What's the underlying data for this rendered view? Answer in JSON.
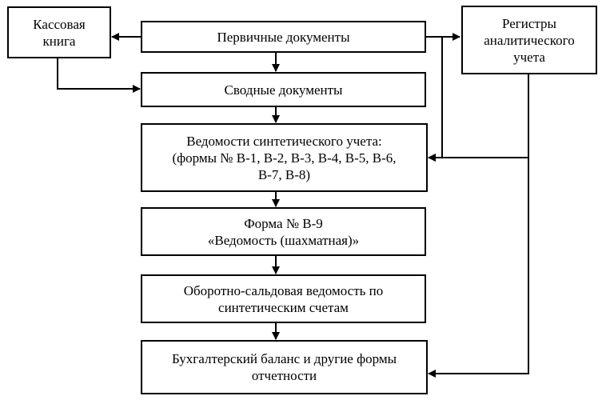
{
  "nodes": {
    "cash_book": "Кассовая\nкнига",
    "primary_docs": "Первичные документы",
    "analytic_registers": "Регистры\nаналитического\nучета",
    "summary_docs": "Сводные документы",
    "synthetic_statements": "Ведомости синтетического учета:\n(формы № В-1, В-2, В-3, В-4, В-5, В-6,\nВ-7, В-8)",
    "form_v9": "Форма № В-9\n«Ведомость (шахматная)»",
    "turnover_balance": "Оборотно-сальдовая ведомость по\nсинтетическим счетам",
    "balance_sheet": "Бухгалтерский баланс и другие формы\nотчетности"
  }
}
